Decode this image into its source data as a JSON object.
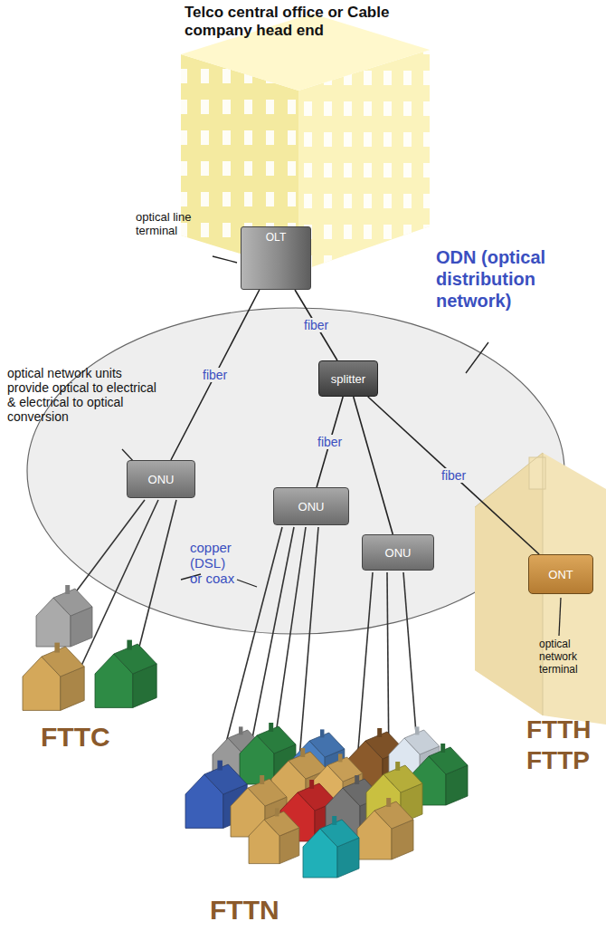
{
  "diagram": {
    "title": "Telco central office or Cable company head end",
    "nodes": [
      {
        "text": [
          "OLT"
        ]
      },
      {
        "text": [
          "splitter"
        ]
      },
      {
        "text": [
          "ONU"
        ]
      },
      {
        "text": [
          "ONU"
        ]
      },
      {
        "text": [
          "ONU"
        ]
      },
      {
        "text": [
          "ONT"
        ]
      }
    ],
    "edges": [
      {
        "from": 0,
        "to": 2,
        "label": "fiber",
        "arrow": "none"
      },
      {
        "from": 0,
        "to": 1,
        "label": "fiber",
        "arrow": "none"
      },
      {
        "from": 1,
        "to": 3,
        "label": "fiber",
        "arrow": "none"
      },
      {
        "from": 1,
        "to": 4,
        "arrow": "none"
      },
      {
        "from": 1,
        "to": 5,
        "label": "fiber",
        "arrow": "none"
      }
    ],
    "labels": [
      "optical line terminal",
      "ODN (optical distribution network)",
      "optical network units provide optical to electrical & electrical to optical conversion",
      "copper (DSL) or coax",
      "optical network terminal",
      "FTTC",
      "FTTN",
      "FTTH",
      "FTTP"
    ]
  }
}
